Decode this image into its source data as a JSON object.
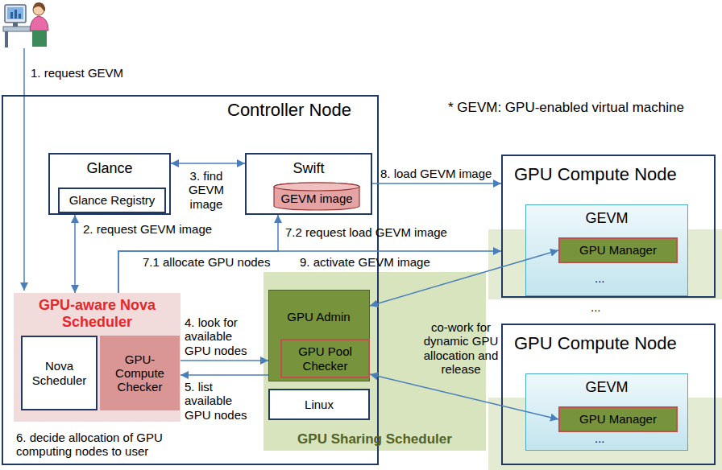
{
  "diagram": {
    "nodes": [
      {
        "text": [
          "Controller Node"
        ]
      },
      {
        "text": [
          "Glance"
        ],
        "in": 0
      },
      {
        "text": [
          "Glance Registry"
        ],
        "in": 1
      },
      {
        "text": [
          "Swift"
        ],
        "in": 0
      },
      {
        "text": [
          "GEVM image"
        ],
        "in": 3
      },
      {
        "text": [
          "GPU-aware Nova Scheduler"
        ],
        "in": 0
      },
      {
        "text": [
          "Nova Scheduler"
        ],
        "in": 5
      },
      {
        "text": [
          "GPU-Compute Checker"
        ],
        "in": 5
      },
      {
        "text": [
          "GPU Sharing Scheduler"
        ]
      },
      {
        "text": [
          "GPU Admin"
        ],
        "in": 8
      },
      {
        "text": [
          "GPU Pool Checker"
        ],
        "in": 9
      },
      {
        "text": [
          "Linux"
        ],
        "in": 8
      },
      {
        "text": [
          "GPU Compute Node"
        ]
      },
      {
        "text": [
          "GEVM",
          "..."
        ],
        "in": 12
      },
      {
        "text": [
          "GPU Manager"
        ],
        "in": 13
      },
      {
        "text": [
          "GPU Compute Node"
        ]
      },
      {
        "text": [
          "GEVM",
          "..."
        ],
        "in": 15
      },
      {
        "text": [
          "GPU Manager"
        ],
        "in": 16
      }
    ],
    "edges": [
      {
        "from": 1,
        "to": 5,
        "label": "2. request GEVM image",
        "arrow": "both"
      },
      {
        "from": 1,
        "to": 3,
        "label": "3. find GEVM image",
        "arrow": "both"
      },
      {
        "from": 5,
        "to": 9,
        "label": "4. look for available GPU nodes",
        "arrow": "to"
      },
      {
        "from": 9,
        "to": 5,
        "label": "5. list available GPU nodes",
        "arrow": "to"
      },
      {
        "from": 5,
        "to": 3,
        "label": "7.2 request load GEVM image",
        "arrow": "to"
      },
      {
        "from": 5,
        "to": 12,
        "label": "9. activate GEVM image",
        "arrow": "to"
      },
      {
        "from": 3,
        "to": 12,
        "label": "8. load GEVM image",
        "arrow": "to"
      },
      {
        "from": 9,
        "to": 14,
        "arrow": "both"
      },
      {
        "from": 9,
        "to": 17,
        "arrow": "both"
      }
    ],
    "labels": [
      "1. request GEVM",
      "* GEVM: GPU-enabled virtual machine",
      "7.1 allocate GPU nodes",
      "6. decide allocation of GPU computing nodes to user",
      "co-work for dynamic GPU allocation and release",
      "..."
    ]
  }
}
